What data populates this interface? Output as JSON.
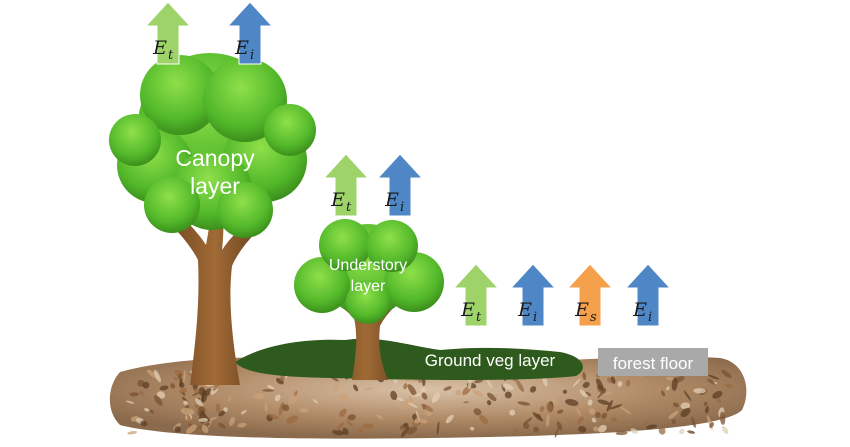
{
  "layers": {
    "canopy": {
      "line1": "Canopy",
      "line2": "layer"
    },
    "understory": {
      "line1": "Understory",
      "line2": "layer"
    },
    "ground_veg": "Ground veg layer",
    "forest_floor": "forest floor"
  },
  "arrows": [
    {
      "symbol": "E",
      "sub": "t",
      "color": "#9ed36a"
    },
    {
      "symbol": "E",
      "sub": "i",
      "color": "#4f86c6"
    },
    {
      "symbol": "E",
      "sub": "t",
      "color": "#9ed36a"
    },
    {
      "symbol": "E",
      "sub": "i",
      "color": "#4f86c6"
    },
    {
      "symbol": "E",
      "sub": "t",
      "color": "#9ed36a"
    },
    {
      "symbol": "E",
      "sub": "i",
      "color": "#4f86c6"
    },
    {
      "symbol": "E",
      "sub": "s",
      "color": "#f5a04a"
    },
    {
      "symbol": "E",
      "sub": "i",
      "color": "#4f86c6"
    }
  ],
  "colors": {
    "foliage": "#5cc22f",
    "foliage_dark": "#3f9a1f",
    "trunk": "#8a5a2b",
    "ground_veg": "#2f5a1d",
    "forest_floor_label_bg": "#a9a9a9",
    "litter": "#b08a66"
  }
}
